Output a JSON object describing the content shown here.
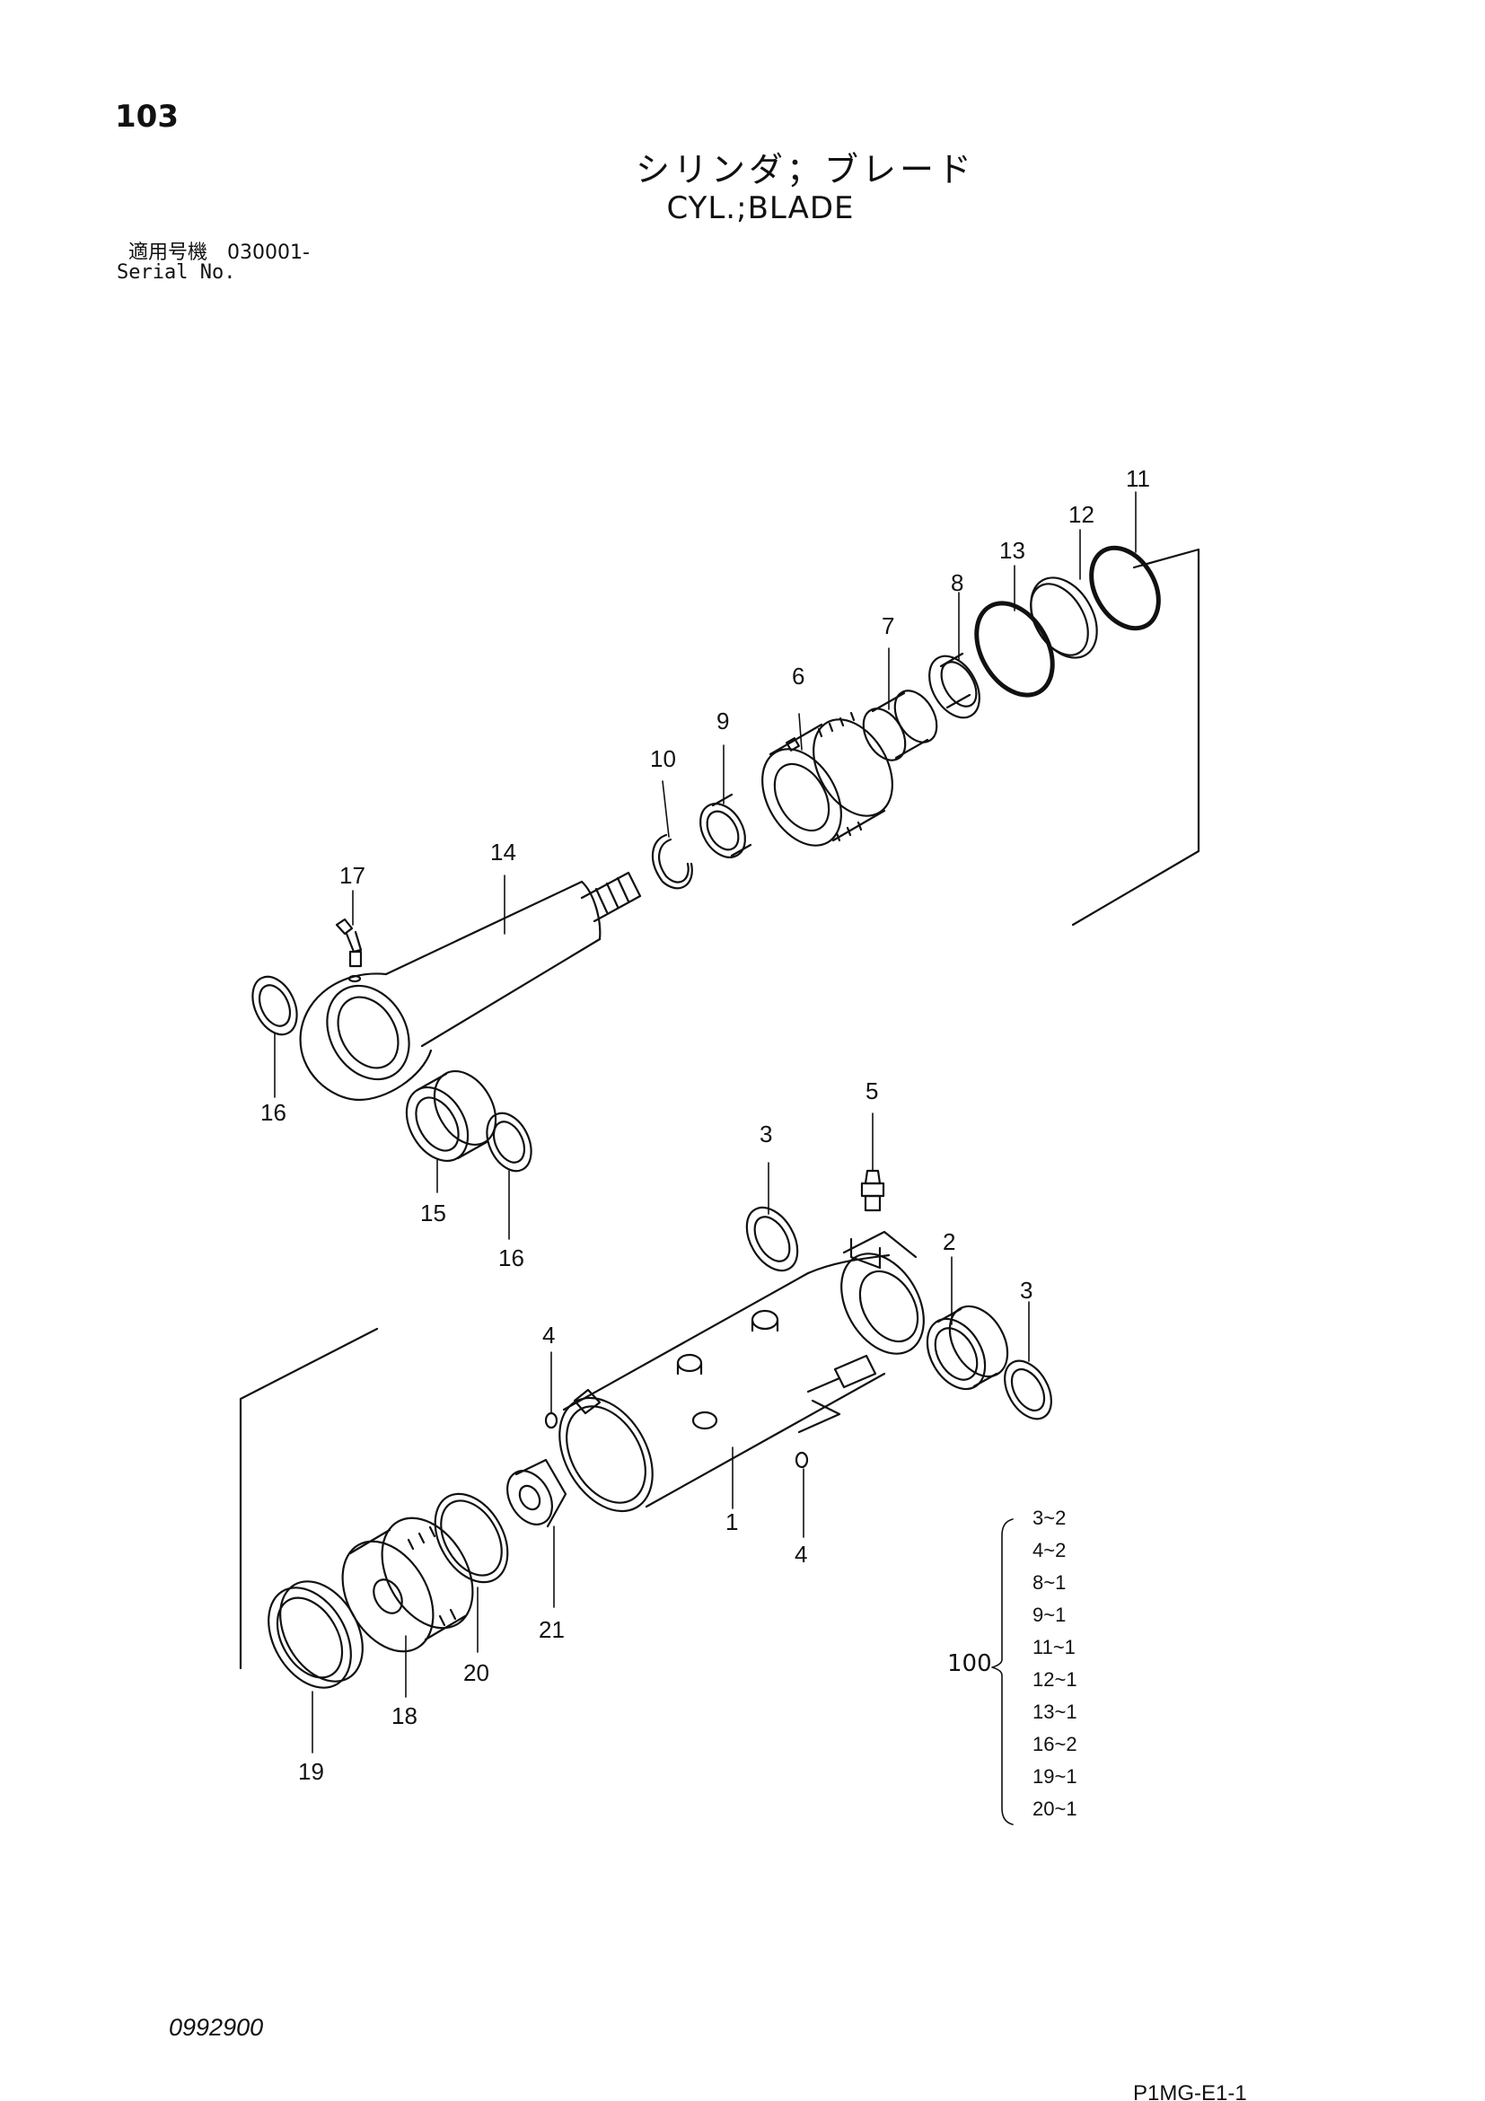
{
  "header": {
    "page_number": "103",
    "title_jp": "シリンダ；ブレード",
    "title_en": "CYL.;BLADE",
    "serial_label_jp": "適用号機　030001-",
    "serial_label_en": "Serial No."
  },
  "callouts": [
    {
      "id": "c1",
      "label": "1"
    },
    {
      "id": "c2",
      "label": "2"
    },
    {
      "id": "c3a",
      "label": "3"
    },
    {
      "id": "c3b",
      "label": "3"
    },
    {
      "id": "c4a",
      "label": "4"
    },
    {
      "id": "c4b",
      "label": "4"
    },
    {
      "id": "c5",
      "label": "5"
    },
    {
      "id": "c6",
      "label": "6"
    },
    {
      "id": "c7",
      "label": "7"
    },
    {
      "id": "c8",
      "label": "8"
    },
    {
      "id": "c9",
      "label": "9"
    },
    {
      "id": "c10",
      "label": "10"
    },
    {
      "id": "c11",
      "label": "11"
    },
    {
      "id": "c12",
      "label": "12"
    },
    {
      "id": "c13",
      "label": "13"
    },
    {
      "id": "c14",
      "label": "14"
    },
    {
      "id": "c15",
      "label": "15"
    },
    {
      "id": "c16a",
      "label": "16"
    },
    {
      "id": "c16b",
      "label": "16"
    },
    {
      "id": "c17",
      "label": "17"
    },
    {
      "id": "c18",
      "label": "18"
    },
    {
      "id": "c19",
      "label": "19"
    },
    {
      "id": "c20",
      "label": "20"
    },
    {
      "id": "c21",
      "label": "21"
    }
  ],
  "seal_kit": {
    "label": "100",
    "items": [
      "3~2",
      "4~2",
      "8~1",
      "9~1",
      "11~1",
      "12~1",
      "13~1",
      "16~2",
      "19~1",
      "20~1"
    ]
  },
  "footer": {
    "doc_code": "0992900",
    "page_code": "P1MG-E1-1"
  }
}
